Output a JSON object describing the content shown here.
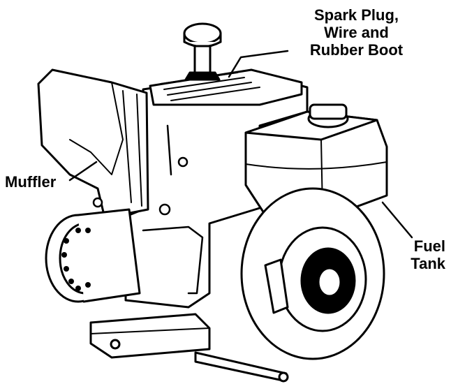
{
  "callouts": {
    "spark_plug": {
      "line1": "Spark Plug,",
      "line2": "Wire and",
      "line3": "Rubber Boot"
    },
    "muffler": {
      "label": "Muffler"
    },
    "fuel_tank": {
      "line1": "Fuel",
      "line2": "Tank"
    }
  },
  "colors": {
    "ink": "#000000",
    "paper": "#ffffff"
  }
}
